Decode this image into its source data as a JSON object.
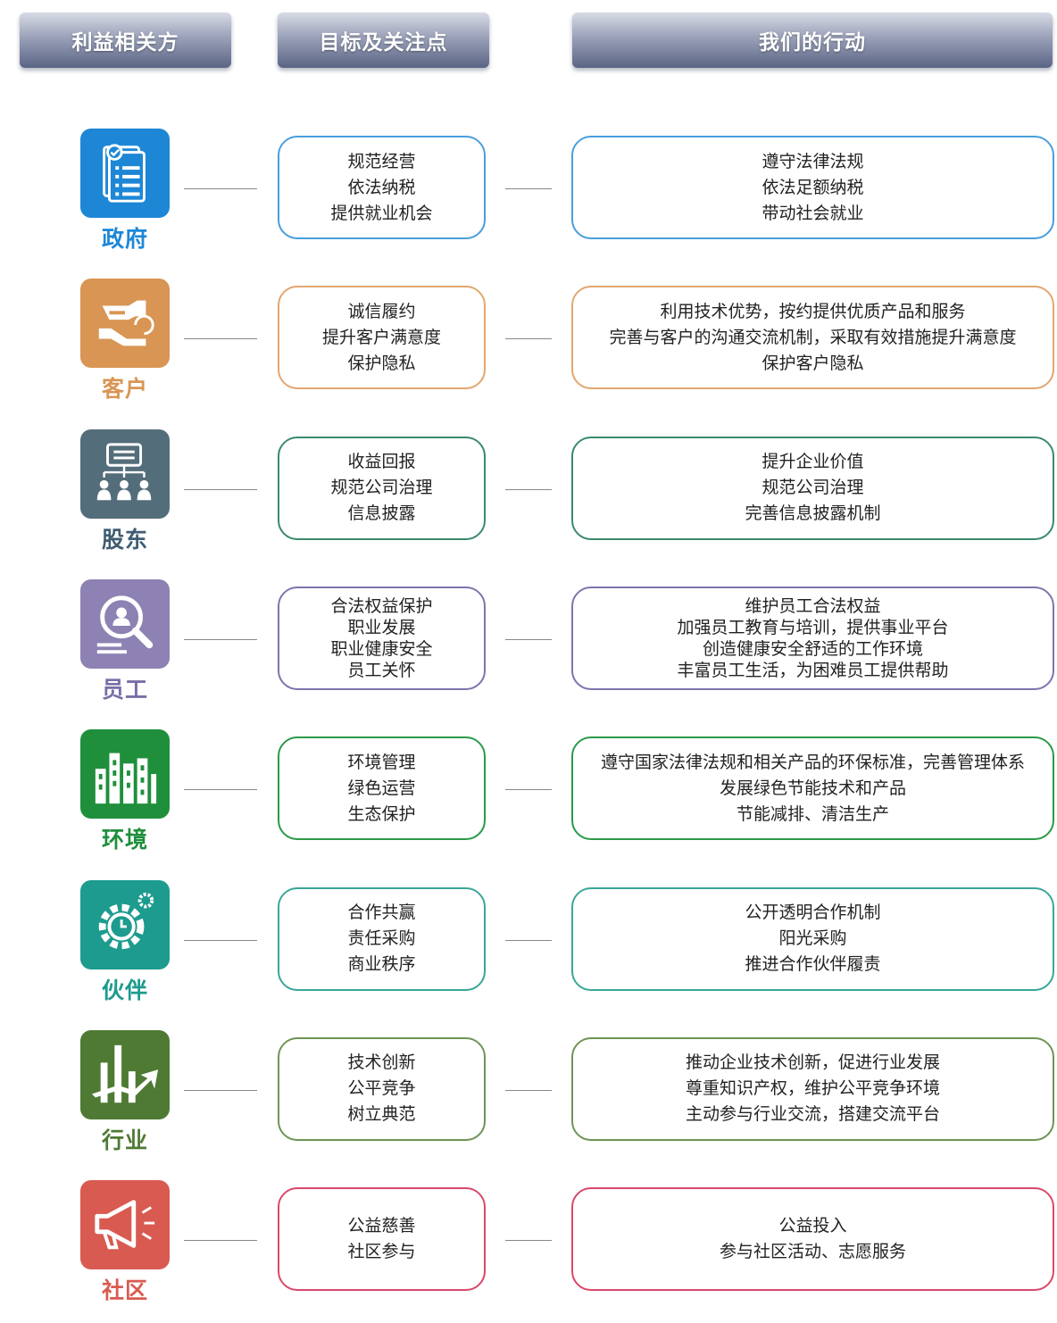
{
  "headers": {
    "stakeholders": "利益相关方",
    "goals": "目标及关注点",
    "actions": "我们的行动"
  },
  "rows": [
    {
      "name": "政府",
      "color": "#1d87d6",
      "border": "#4a9fdc",
      "icon": "clipboard-icon",
      "goals": [
        "规范经营",
        "依法纳税",
        "提供就业机会"
      ],
      "actions": [
        "遵守法律法规",
        "依法足额纳税",
        "带动社会就业"
      ]
    },
    {
      "name": "客户",
      "color": "#d99554",
      "border": "#e2a66f",
      "icon": "handshake-icon",
      "goals": [
        "诚信履约",
        "提升客户满意度",
        "保护隐私"
      ],
      "actions": [
        "利用技术优势，按约提供优质产品和服务",
        "完善与客户的沟通交流机制，采取有效措施提升满意度",
        "保护客户隐私"
      ]
    },
    {
      "name": "股东",
      "color": "#546d7a",
      "nameColor": "#3f5d74",
      "border": "#3a8a6a",
      "icon": "org-chart-icon",
      "goals": [
        "收益回报",
        "规范公司治理",
        "信息披露"
      ],
      "actions": [
        "提升企业价值",
        "规范公司治理",
        "完善信息披露机制"
      ]
    },
    {
      "name": "员工",
      "color": "#8d82b3",
      "nameColor": "#7a6ea8",
      "border": "#8073ad",
      "icon": "person-search-icon",
      "goals": [
        "合法权益保护",
        "职业发展",
        "职业健康安全",
        "员工关怀"
      ],
      "actions": [
        "维护员工合法权益",
        "加强员工教育与培训，提供事业平台",
        "创造健康安全舒适的工作环境",
        "丰富员工生活，为困难员工提供帮助"
      ]
    },
    {
      "name": "环境",
      "color": "#1f8f3c",
      "border": "#2b9a48",
      "icon": "buildings-icon",
      "goals": [
        "环境管理",
        "绿色运营",
        "生态保护"
      ],
      "actions": [
        "遵守国家法律法规和相关产品的环保标准，完善管理体系",
        "发展绿色节能技术和产品",
        "节能减排、清洁生产"
      ]
    },
    {
      "name": "伙伴",
      "color": "#1d9b8e",
      "border": "#3aa69a",
      "icon": "gear-clock-icon",
      "goals": [
        "合作共赢",
        "责任采购",
        "商业秩序"
      ],
      "actions": [
        "公开透明合作机制",
        "阳光采购",
        "推进合作伙伴履责"
      ]
    },
    {
      "name": "行业",
      "color": "#4f7a34",
      "border": "#6e9455",
      "icon": "growth-chart-icon",
      "goals": [
        "技术创新",
        "公平竞争",
        "树立典范"
      ],
      "actions": [
        "推动企业技术创新，促进行业发展",
        "尊重知识产权，维护公平竞争环境",
        "主动参与行业交流，搭建交流平台"
      ]
    },
    {
      "name": "社区",
      "color": "#d95a50",
      "border": "#d9486a",
      "icon": "megaphone-icon",
      "goals": [
        "公益慈善",
        "社区参与"
      ],
      "actions": [
        "公益投入",
        "参与社区活动、志愿服务"
      ]
    }
  ]
}
